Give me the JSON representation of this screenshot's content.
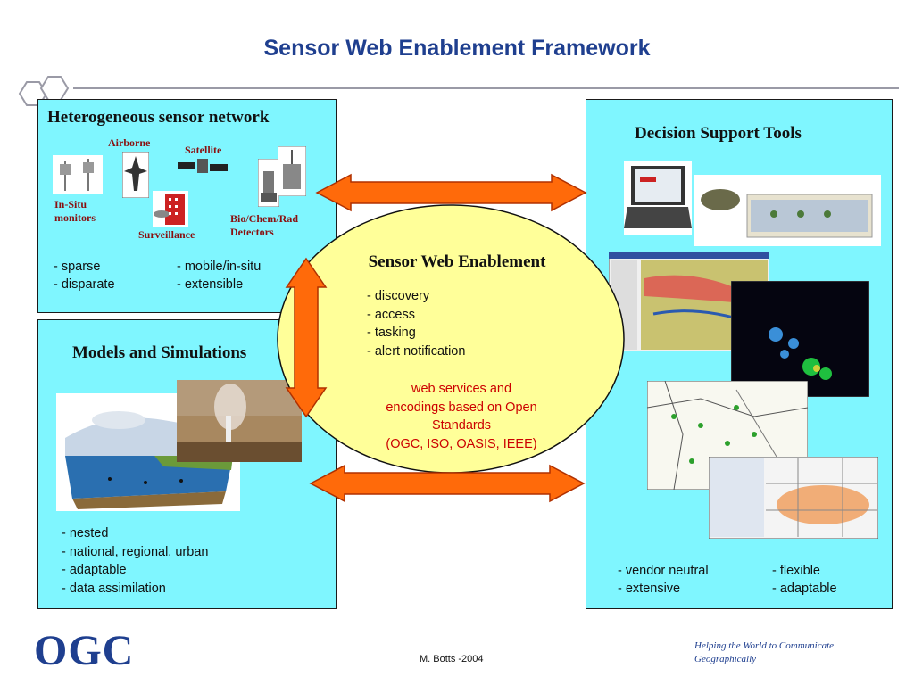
{
  "title": "Sensor Web Enablement Framework",
  "sensor_panel": {
    "heading": "Heterogeneous sensor network",
    "labels": {
      "airborne": "Airborne",
      "satellite": "Satellite",
      "in_situ_line1": "In-Situ",
      "in_situ_line2": "monitors",
      "surveillance": "Surveillance",
      "bio_line1": "Bio/Chem/Rad",
      "bio_line2": "Detectors"
    },
    "col1": [
      "- sparse",
      "- disparate"
    ],
    "col2": [
      "- mobile/in-situ",
      "- extensible"
    ]
  },
  "models_panel": {
    "heading": "Models and Simulations",
    "bullets": [
      "- nested",
      "- national, regional, urban",
      "- adaptable",
      "- data assimilation"
    ]
  },
  "decision_panel": {
    "heading": "Decision Support Tools",
    "col1": [
      "- vendor neutral",
      "- extensive"
    ],
    "col2": [
      "- flexible",
      "- adaptable"
    ]
  },
  "swe": {
    "heading": "Sensor Web Enablement",
    "bullets": [
      "- discovery",
      "- access",
      "- tasking",
      "- alert notification"
    ],
    "note_lines": [
      "web services and",
      "encodings based on Open",
      "Standards",
      "(OGC, ISO, OASIS, IEEE)"
    ]
  },
  "footer": {
    "logo": "OGC",
    "credit": "M. Botts -2004",
    "tagline_line1": "Helping the World to Communicate",
    "tagline_line2": "Geographically"
  },
  "colors": {
    "panel": "#7ff6ff",
    "ellipse": "#ffff99",
    "arrow": "#ff6600",
    "title": "#1f3f8f",
    "note": "#cc0000"
  }
}
